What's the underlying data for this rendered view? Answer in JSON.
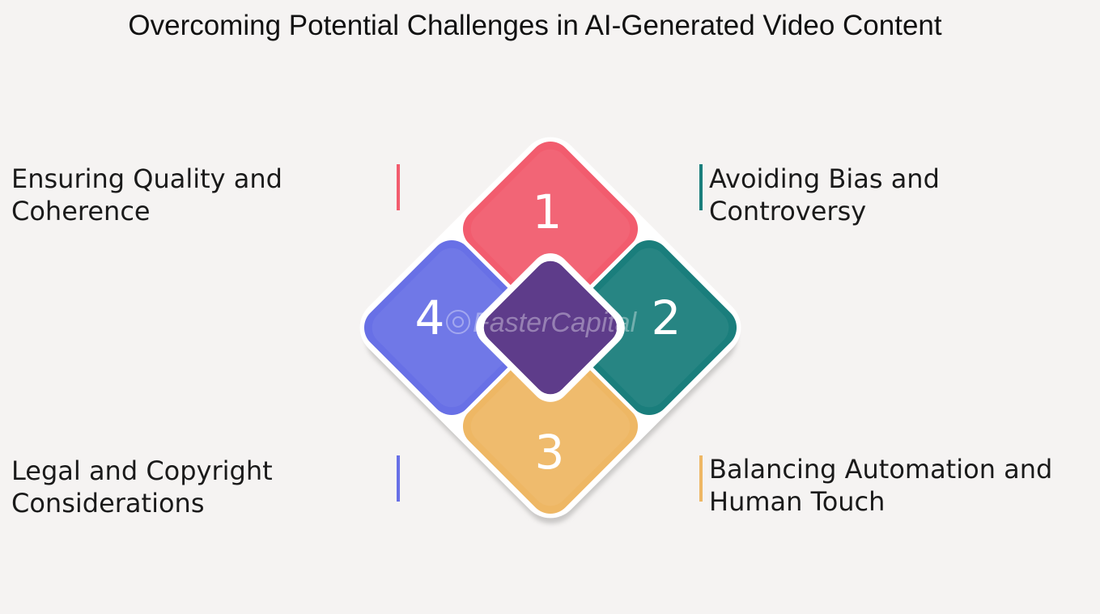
{
  "title": "Overcoming Potential Challenges in AI-Generated Video Content",
  "items": [
    {
      "number": "1",
      "lines": [
        "Ensuring Quality and",
        "Coherence"
      ],
      "color": "#f25c6e"
    },
    {
      "number": "2",
      "lines": [
        "Avoiding Bias and",
        "Controversy"
      ],
      "color": "#1a7e7c"
    },
    {
      "number": "3",
      "lines": [
        "Balancing Automation and",
        "Human Touch"
      ],
      "color": "#eeb764"
    },
    {
      "number": "4",
      "lines": [
        "Legal and Copyright",
        "Considerations"
      ],
      "color": "#6870e6"
    }
  ],
  "center_color": "#5e3c8a",
  "watermark": "FasterCapital"
}
